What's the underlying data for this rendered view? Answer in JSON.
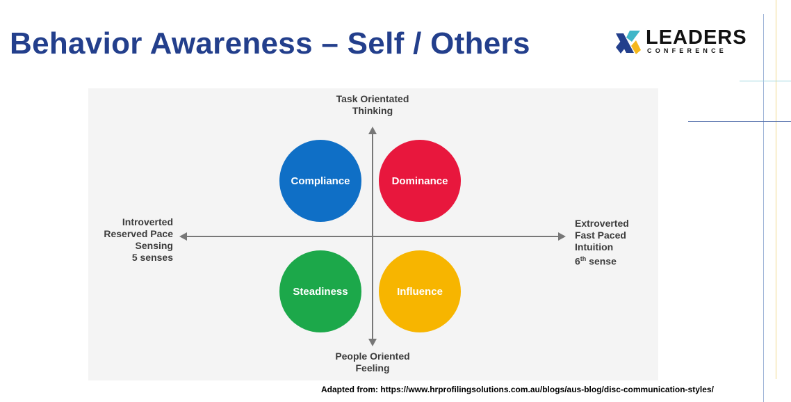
{
  "title": "Behavior Awareness – Self / Others",
  "logo": {
    "word": "LEADERS",
    "sub": "CONFERENCE",
    "colors": {
      "teal": "#3fb6c8",
      "gold": "#f5b81c",
      "navy": "#233f8c"
    }
  },
  "diagram": {
    "top_label": [
      "Task Orientated",
      "Thinking"
    ],
    "bottom_label": [
      "People Oriented",
      "Feeling"
    ],
    "left_label": [
      "Introverted",
      "Reserved Pace",
      "Sensing",
      "5 senses"
    ],
    "right_label": {
      "line1": "Extroverted",
      "line2": "Fast Paced",
      "line3": "Intuition",
      "line4_num": "6",
      "line4_sup": "th",
      "line4_rest": " sense"
    },
    "quadrants": [
      {
        "label": "Compliance",
        "color": "#0f6fc6"
      },
      {
        "label": "Dominance",
        "color": "#e8173d"
      },
      {
        "label": "Steadiness",
        "color": "#1ca84a"
      },
      {
        "label": "Influence",
        "color": "#f7b500"
      }
    ]
  },
  "source": "Adapted from: https://www.hrprofilingsolutions.com.au/blogs/aus-blog/disc-communication-styles/"
}
